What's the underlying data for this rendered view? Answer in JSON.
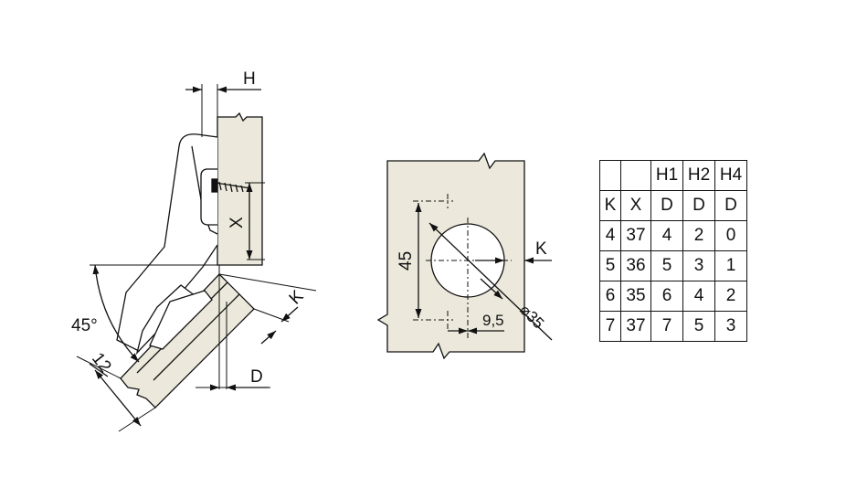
{
  "colors": {
    "panel": "#ece9dc",
    "line": "#111111",
    "background": "#ffffff"
  },
  "hinge_view": {
    "label_h": "H",
    "label_x": "X",
    "label_angle": "45°",
    "label_12": "12",
    "label_k": "K",
    "label_d": "D"
  },
  "plate_view": {
    "label_45": "45",
    "label_k": "K",
    "label_95": "9,5",
    "label_diameter": "⌀35"
  },
  "table": {
    "rows": [
      [
        "",
        "",
        "H1",
        "H2",
        "H4"
      ],
      [
        "K",
        "X",
        "D",
        "D",
        "D"
      ],
      [
        "4",
        "37",
        "4",
        "2",
        "0"
      ],
      [
        "5",
        "36",
        "5",
        "3",
        "1"
      ],
      [
        "6",
        "35",
        "6",
        "4",
        "2"
      ],
      [
        "7",
        "37",
        "7",
        "5",
        "3"
      ]
    ]
  }
}
